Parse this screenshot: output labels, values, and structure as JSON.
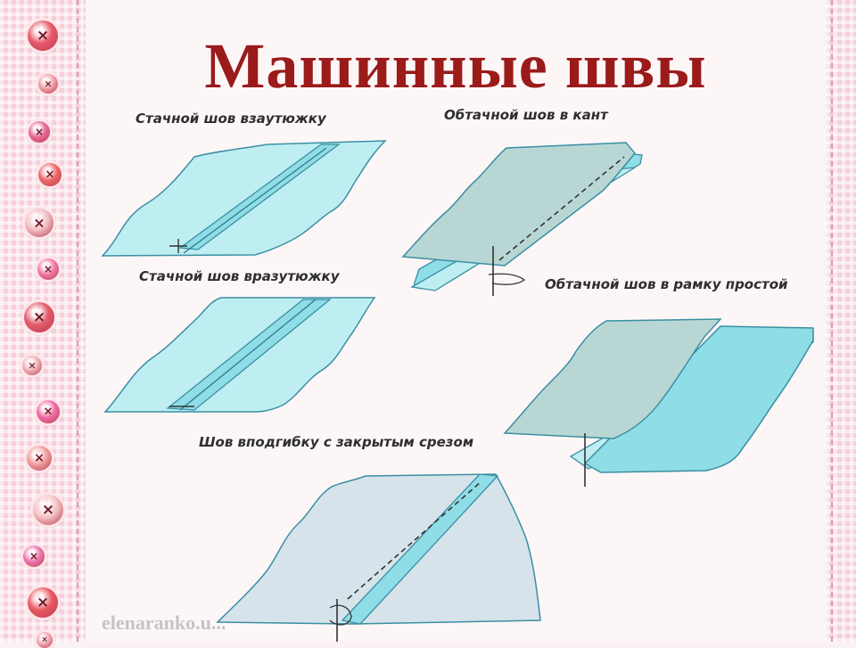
{
  "title": "Машинные швы",
  "labels": {
    "seam1": "Стачной шов взаутюжку",
    "seam2": "Стачной шов вразутюжку",
    "seam3": "Обтачной шов в кант",
    "seam4": "Обтачной шов в рамку простой",
    "seam5": "Шов  вподгибку с закрытым срезом"
  },
  "watermark": "elenaranko.u...",
  "colors": {
    "title": "#9b1a1a",
    "fabric_light": "#bfeef2",
    "fabric_mid": "#8fdde6",
    "fabric_grey": "#b8d7d4",
    "fabric_pale": "#d6e3ea",
    "outline": "#3a8fa3",
    "stripes": "#f6cfd9"
  },
  "buttons": {
    "glyph": "×",
    "count": 14
  }
}
